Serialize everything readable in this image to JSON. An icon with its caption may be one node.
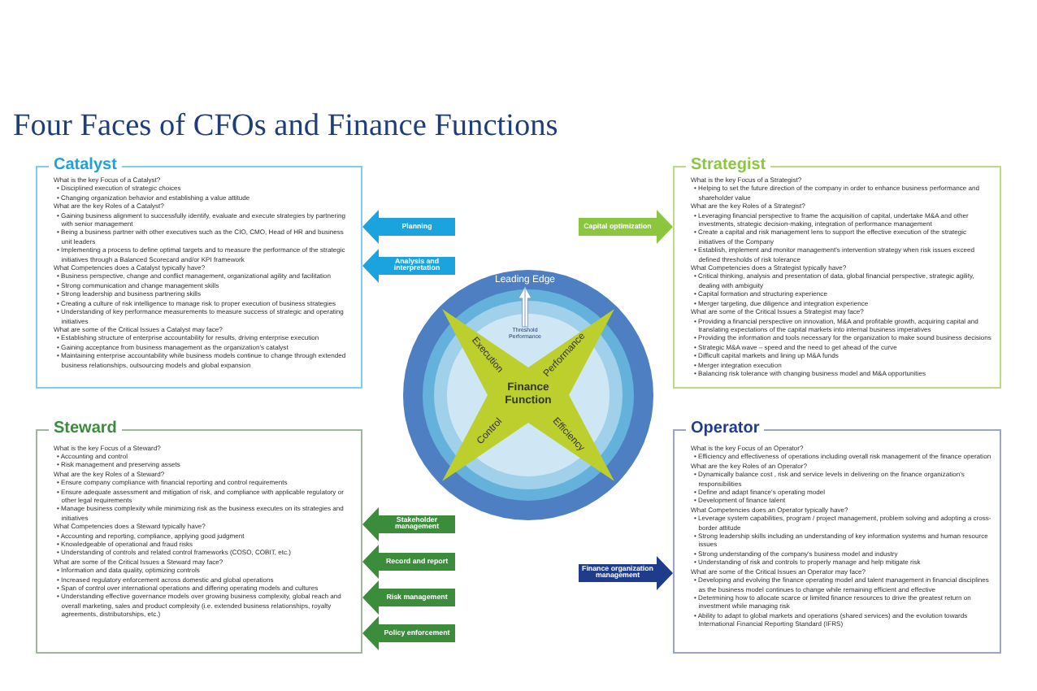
{
  "diagram": {
    "title": "Four Faces of CFOs and Finance Functions",
    "nodes": [
      {
        "text": [
          "Catalyst",
          "What is the key Focus of a Catalyst?",
          "• Disciplined execution of strategic choices",
          "• Changing organization behavior and establishing a value attitude",
          "What are the key Roles of a Catalyst?",
          "• Gaining business alignment to successfully identify, evaluate and execute strategies by partnering with senior management",
          "• Being a business partner with other executives such as the CIO, CMO, Head of HR and business unit leaders",
          "• Implementing a process to define optimal targets and to measure the performance of the strategic initiatives through a Balanced Scorecard and/or KPI framework",
          "What Competencies does a Catalyst typically have?",
          "• Business perspective, change and conflict management, organizational agility and facilitation",
          "• Strong communication and change management skills",
          "• Strong leadership and business partnering skills",
          "• Creating a culture of risk intelligence to manage risk to proper execution of business strategies",
          "• Understanding of key performance measurements to measure success of strategic and operating initiatives",
          "What are some of the Critical Issues a Catalyst may face?",
          "• Establishing structure of enterprise accountability for results, driving enterprise execution",
          "• Gaining acceptance from business management as the organization's catalyst",
          "• Maintaining enterprise accountability while business models continue to change through extended business relationships, outsourcing models and global expansion"
        ]
      },
      {
        "text": [
          "Strategist",
          "What is the key Focus of a Strategist?",
          "• Helping to set the future direction of the company in order to enhance business performance and shareholder value",
          "What are the key Roles of a Strategist?",
          "• Leveraging financial perspective to frame the acquisition of capital, undertake M&A and other investments, strategic decision-making, integration of performance management",
          "• Create a capital and risk management lens to support the effective execution of the strategic initiatives of the Company",
          "• Establish, implement and monitor management's intervention strategy when risk issues exceed defined thresholds of risk tolerance",
          "What Competencies does a Strategist typically have?",
          "• Critical thinking, analysis and presentation of data, global financial perspective, strategic agility, dealing with ambiguity",
          "• Capital formation and structuring experience",
          "• Merger targeting, due diligence and integration experience",
          "What are some of the Critical Issues a Strategist may face?",
          "• Providing a financial perspective on innovation, M&A and profitable growth, acquiring capital and translating expectations of the capital markets into internal business imperatives",
          "• Providing the information and tools necessary for the organization to make sound business decisions",
          "• Strategic M&A wave – speed and the need to get ahead of the curve",
          "• Difficult capital markets and lining up M&A funds",
          "• Merger integration execution",
          "• Balancing risk tolerance with changing business model and M&A opportunities"
        ]
      },
      {
        "text": [],
        "shape": "circle"
      },
      {
        "text": [
          "Leading Edge"
        ],
        "in": 2
      },
      {
        "text": [
          "Threshold Performance"
        ],
        "in": 2
      },
      {
        "text": [
          "Execution",
          "Performance",
          "Finance Function",
          "Control",
          "Efficiency"
        ],
        "in": 2
      },
      {
        "text": [
          "Steward",
          "What is the key Focus of a Steward?",
          "• Accounting and control",
          "• Risk management and preserving assets",
          "What are the key Roles of a Steward?",
          "• Ensure company compliance with financial reporting and control requirements",
          "• Ensure adequate assessment and mitigation of risk, and compliance with applicable regulatory or other legal requirements",
          "• Manage business complexity while minimizing risk as the business executes on its strategies and initiatives",
          "What Competencies does a Steward typically have?",
          "• Accounting and reporting, compliance, applying good judgment",
          "• Knowledgeable of operational and fraud risks",
          "• Understanding of controls and related control frameworks (COSO, COBIT, etc.)",
          "What are some of the Critical Issues a Steward may face?",
          "• Information and data quality, optimizing controls",
          "• Increased regulatory enforcement across domestic and global operations",
          "• Span of control over international operations and differing operating models and cultures",
          "• Understanding effective governance models over growing business complexity, global reach and overall marketing, sales and product complexity (i.e. extended business relationships, royalty agreements, distributorships, etc.)"
        ]
      },
      {
        "text": [
          "Operator",
          "What is the key Focus of an Operator?",
          "• Efficiency and effectiveness of operations including overall risk management of the finance operation",
          "What are the key Roles of an Operator?",
          "• Dynamically balance cost , risk and service levels in delivering on the finance organization's responsibilities",
          "• Define and adapt finance's operating model",
          "• Development of finance talent",
          "What Competencies does an Operator typically have?",
          "• Leverage system capabilities, program / project management, problem solving and adopting a cross-border attitude",
          "• Strong leadership skills including an understanding of key information systems and human resource issues",
          "• Strong understanding of the company's business model and industry",
          "• Understanding of risk and controls to properly manage and help mitigate risk",
          "What are some of the Critical Issues an Operator may face?",
          "• Developing and evolving the finance operating model and talent management in financial disciplines as the business model continues to change while remaining efficient and effective",
          "• Determining how to allocate scarce or limited finance resources to drive the greatest return on investment while managing risk",
          "• Ability to adapt to global markets and operations (shared services) and the evolution towards International Financial Reporting Standard (IFRS)"
        ]
      }
    ],
    "edges": [
      {
        "from": null,
        "to": 0,
        "arrow": "to",
        "label": "Planning",
        "color": "#1aa3dc"
      },
      {
        "from": null,
        "to": 0,
        "arrow": "to",
        "label": "Analysis and interpretation",
        "color": "#1aa3dc"
      },
      {
        "from": null,
        "to": 1,
        "arrow": "to",
        "label": "Capital optimization",
        "color": "#8cc63f"
      },
      {
        "from": 4,
        "to": 3,
        "arrow": "to",
        "color": "#ffffff"
      },
      {
        "from": null,
        "to": 6,
        "arrow": "to",
        "label": "Stakeholder management"
      },
      {
        "from": null,
        "to": 6,
        "arrow": "to",
        "label": "Record and report"
      },
      {
        "from": null,
        "to": 6,
        "arrow": "to",
        "label": "Risk management"
      },
      {
        "from": null,
        "to": 6,
        "arrow": "to",
        "label": "Policy enforcement"
      },
      {
        "from": null,
        "to": 7,
        "arrow": "to",
        "label": "Finance organization management",
        "color": "#1f3b8c"
      }
    ]
  }
}
